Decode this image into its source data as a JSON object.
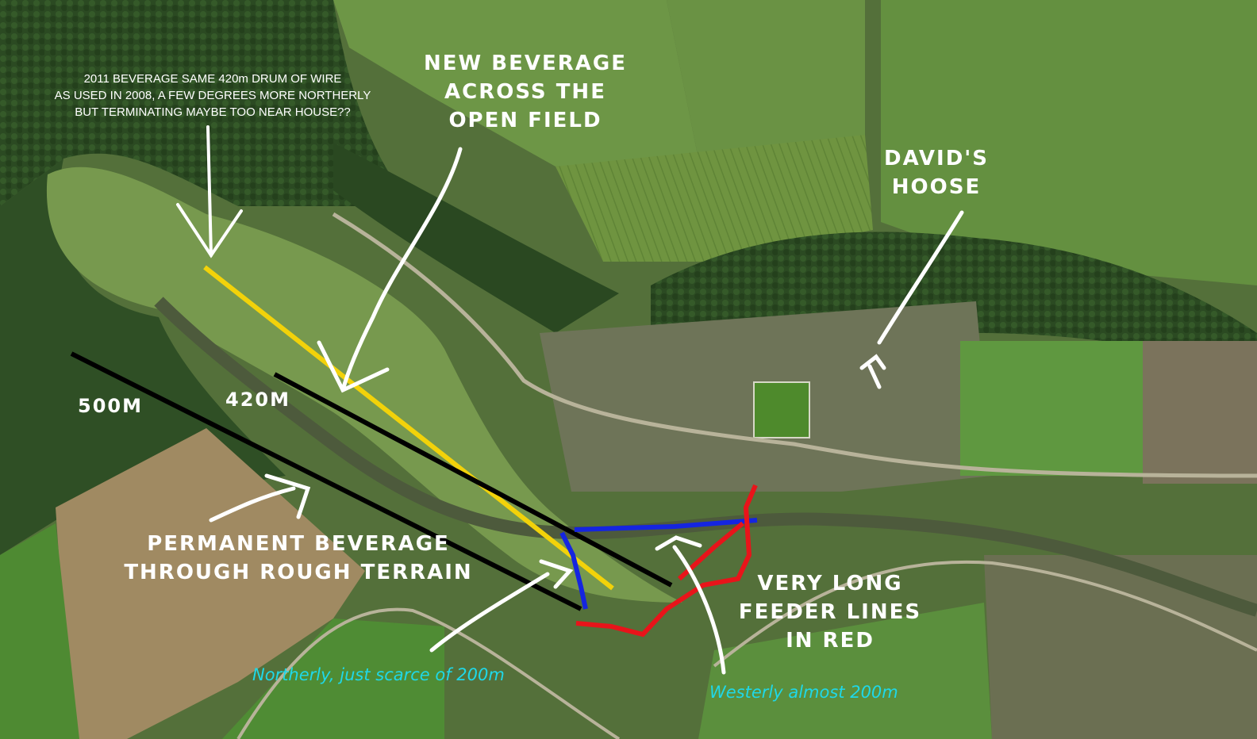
{
  "annotations": {
    "note_2011": [
      "2011 BEVERAGE SAME 420m DRUM OF WIRE",
      "AS USED IN 2008, A FEW DEGREES MORE NORTHERLY",
      "BUT TERMINATING MAYBE TOO NEAR HOUSE??"
    ],
    "new_beverage": [
      "NEW BEVERAGE",
      "ACROSS THE",
      "OPEN FIELD"
    ],
    "davids_hoose": [
      "DAVID'S",
      "HOOSE"
    ],
    "label_500m": "500M",
    "label_420m": "420M",
    "permanent_beverage": [
      "PERMANENT BEVERAGE",
      "THROUGH ROUGH TERRAIN"
    ],
    "feeder_lines": [
      "VERY LONG",
      "FEEDER LINES",
      "IN RED"
    ],
    "northerly": "Northerly, just scarce of 200m",
    "westerly": "Westerly almost 200m"
  },
  "wire_colors": {
    "new_2011": "#f2d20a",
    "existing": "#000000",
    "feeder": "#e8141a",
    "feeder_short": "#1525e0",
    "note_text": "#1fd8e8"
  }
}
